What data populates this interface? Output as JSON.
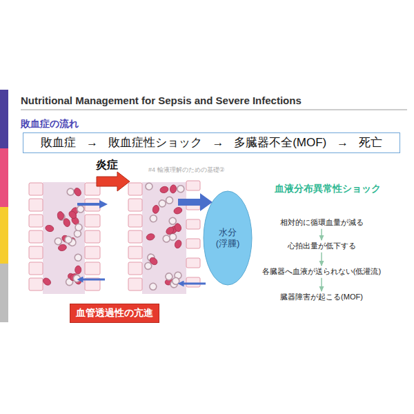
{
  "diagram": {
    "title": "Nutritional Management for Sepsis and Severe Infections",
    "nodes": [
      {
        "text": [
          "敗血症 → 敗血症性ショック → 多臓器不全(MOF) → 死亡"
        ]
      },
      {
        "text": [
          "水分 (浮腫)"
        ]
      },
      {
        "text": [
          "血管透過性の亢進"
        ]
      },
      {
        "text": [
          "相対的に循環血量が減る"
        ]
      },
      {
        "text": [
          "心拍出量が低下する"
        ]
      },
      {
        "text": [
          "各臓器へ血液が送られない(低灌流)"
        ]
      },
      {
        "text": [
          "臓器障害が起こる(MOF)"
        ]
      }
    ],
    "edges": [
      {
        "from": 3,
        "to": 4,
        "arrow": "to"
      },
      {
        "from": 4,
        "to": 5,
        "arrow": "to"
      },
      {
        "from": 5,
        "to": 6,
        "arrow": "to"
      }
    ],
    "labels": [
      "敗血症の流れ",
      "炎症",
      "#4 輸液理解のための基礎②",
      "血液分布異常性ショック"
    ]
  }
}
